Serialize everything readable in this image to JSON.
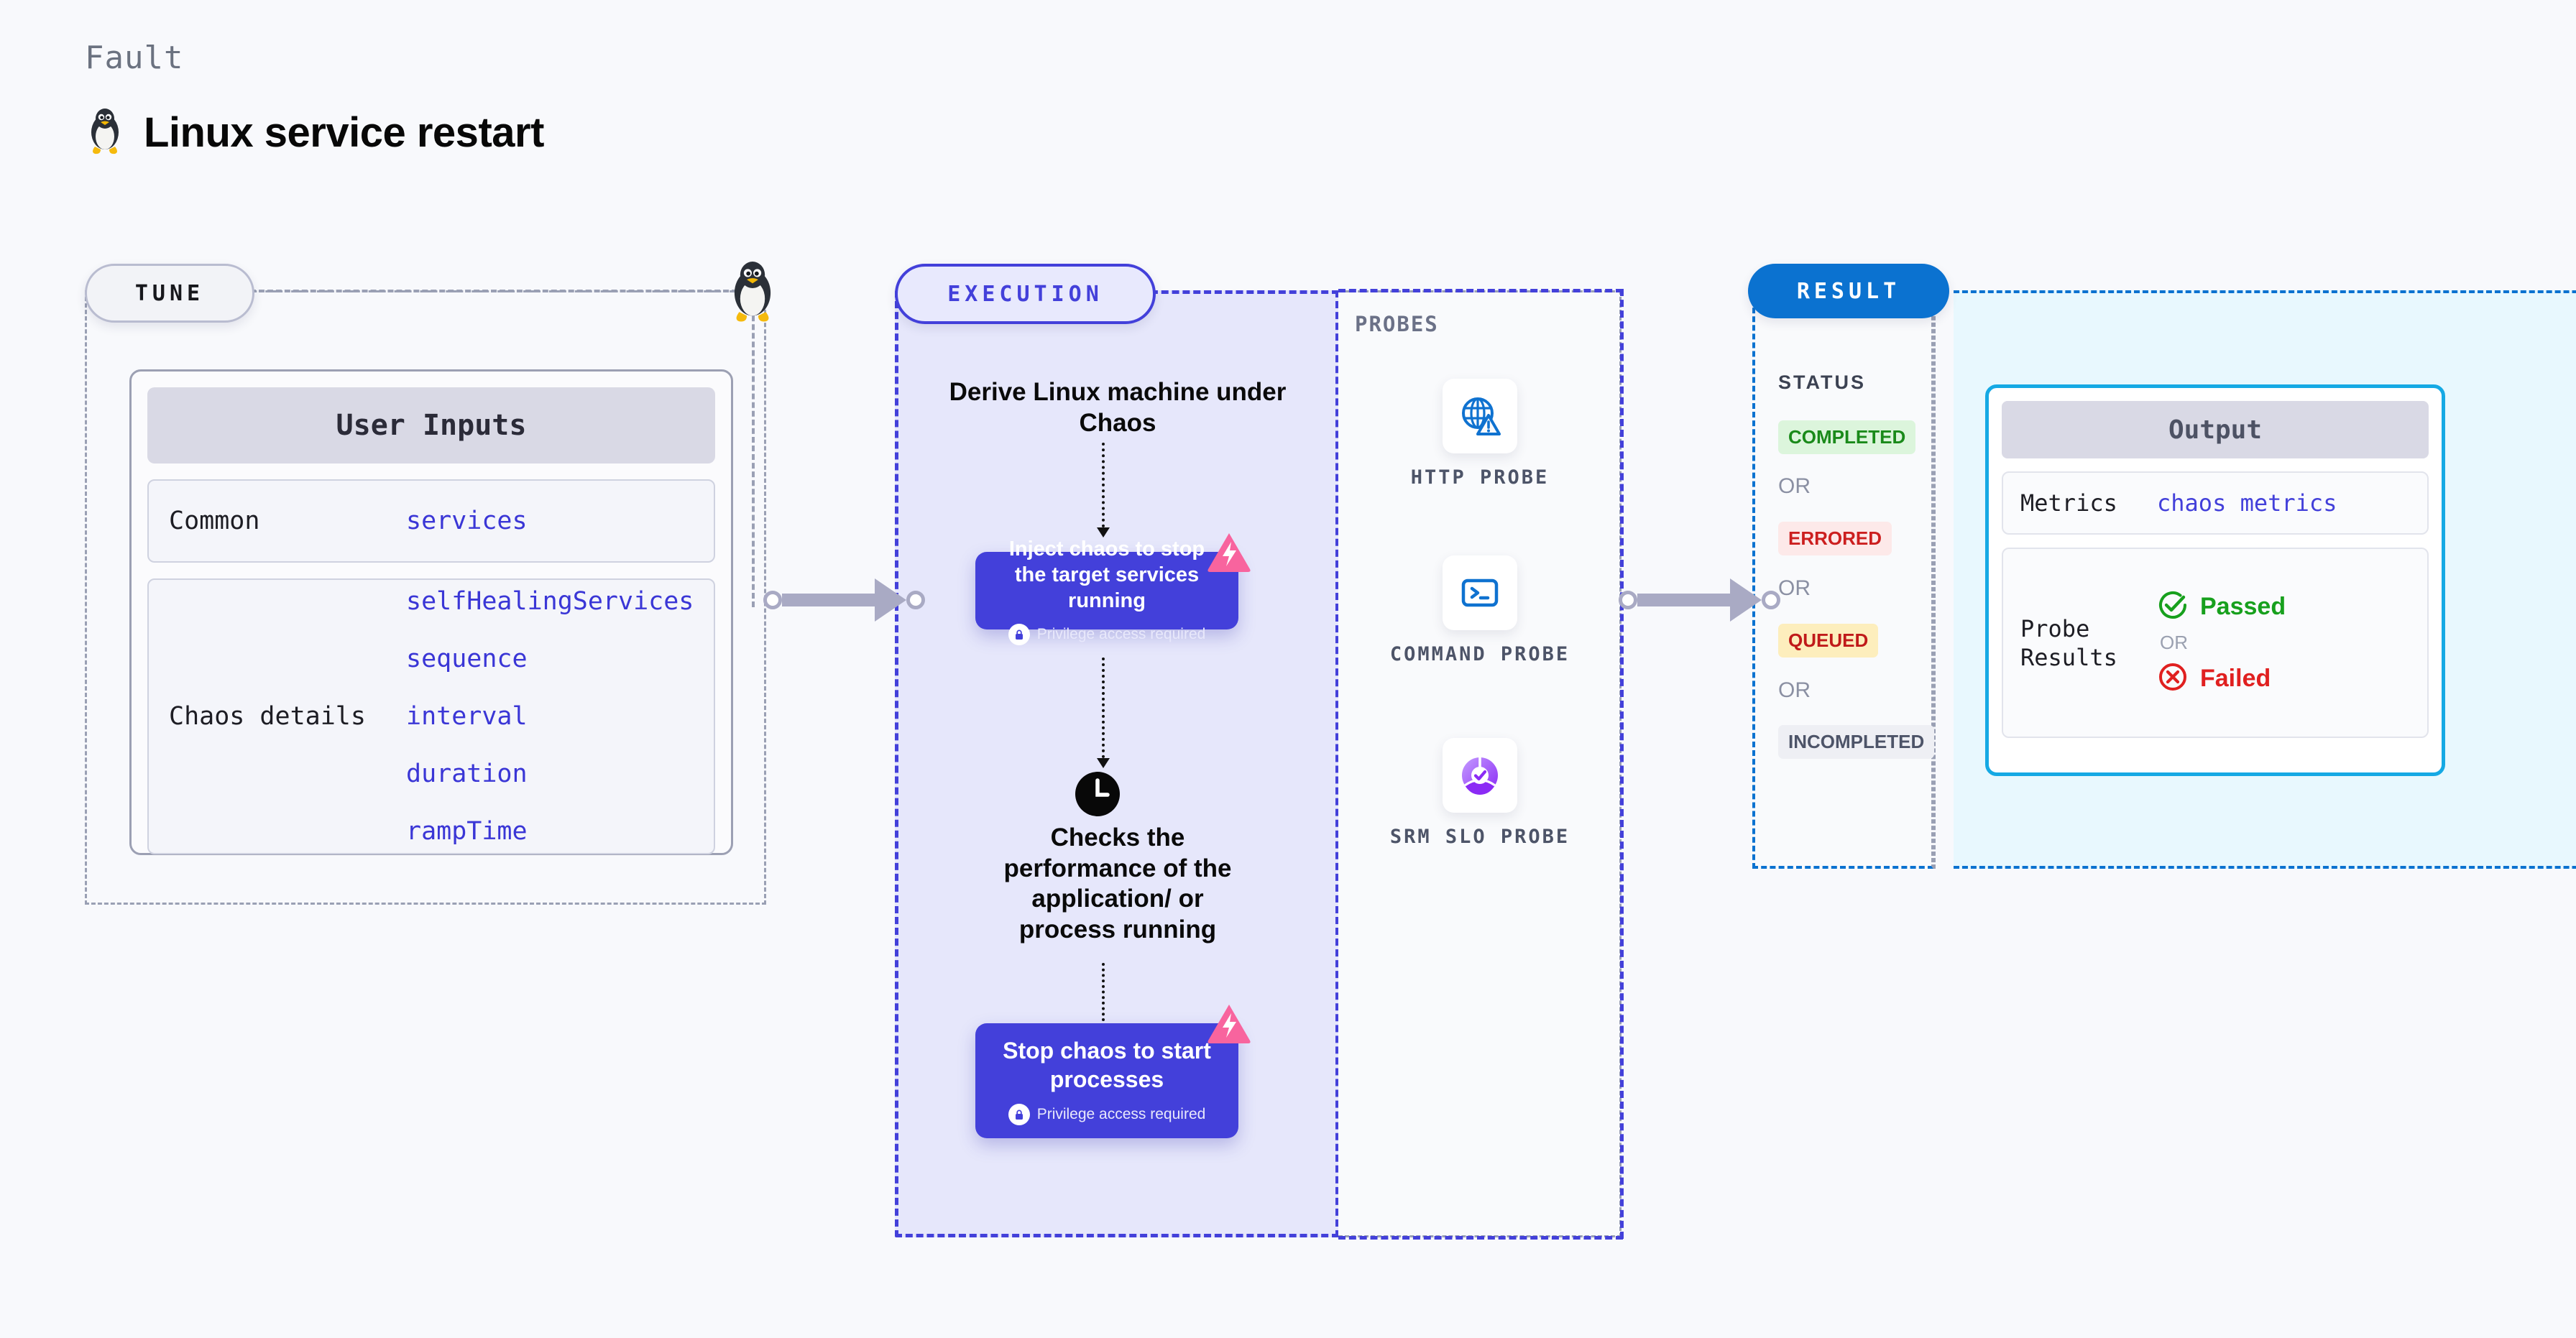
{
  "header": {
    "kicker": "Fault",
    "title": "Linux service restart",
    "icon": "linux-tux-icon"
  },
  "tune": {
    "pill_label": "TUNE",
    "edge_icon": "linux-tux-icon",
    "card": {
      "header": "User Inputs",
      "groups": [
        {
          "label": "Common",
          "values": [
            "services"
          ]
        },
        {
          "label": "Chaos details",
          "values": [
            "selfHealingServices",
            "sequence",
            "interval",
            "duration",
            "rampTime"
          ]
        }
      ]
    }
  },
  "execution": {
    "pill_label": "EXECUTION",
    "steps": [
      {
        "type": "text",
        "label": "Derive Linux machine under Chaos"
      },
      {
        "type": "card",
        "label": "Inject chaos to stop the target services running",
        "sublabel": "Privilege access required",
        "sub_icon": "lock-icon",
        "badge_icon": "harness-chaos-icon"
      },
      {
        "type": "icon-text",
        "icon": "clock-icon",
        "label": "Checks the performance of the application/ or process running"
      },
      {
        "type": "card",
        "label": "Stop chaos to start processes",
        "sublabel": "Privilege access required",
        "sub_icon": "lock-icon",
        "badge_icon": "harness-chaos-icon"
      }
    ]
  },
  "probes": {
    "title": "PROBES",
    "items": [
      {
        "label": "HTTP PROBE",
        "icon": "globe-warning-icon"
      },
      {
        "label": "COMMAND PROBE",
        "icon": "terminal-icon"
      },
      {
        "label": "SRM SLO PROBE",
        "icon": "slo-donut-check-icon"
      }
    ]
  },
  "result": {
    "pill_label": "RESULT",
    "status_title": "STATUS",
    "or_label": "OR",
    "statuses": [
      {
        "label": "COMPLETED",
        "bg": "#dcf5dc",
        "fg": "#1a8a1a"
      },
      {
        "label": "ERRORED",
        "bg": "#fde9e9",
        "fg": "#cc1f1f"
      },
      {
        "label": "QUEUED",
        "bg": "#fdeebd",
        "fg": "#c01a1a"
      },
      {
        "label": "INCOMPLETED",
        "bg": "#eeeff4",
        "fg": "#4d5468"
      }
    ],
    "output": {
      "header": "Output",
      "metrics_label": "Metrics",
      "metrics_value": "chaos metrics",
      "probe_label": "Probe Results",
      "passed_label": "Passed",
      "failed_label": "Failed",
      "or_label": "OR",
      "passed_icon": "check-circle-icon",
      "failed_icon": "x-circle-icon"
    }
  },
  "colors": {
    "page_bg": "#f8f9fc",
    "tune_border": "#9aa0b4",
    "execution_accent": "#4340da",
    "execution_bg": "#e6e7fb",
    "result_accent": "#0b72d0",
    "output_bg": "#e8f8fe",
    "output_card_border": "#15a9e4",
    "chaos_badge": "#f8649e",
    "arrow_gray": "#a9aac4"
  }
}
